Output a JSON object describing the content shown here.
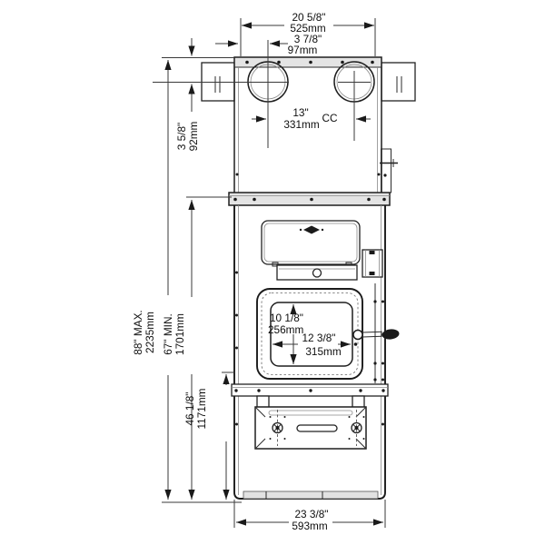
{
  "drawing": {
    "type": "dimensioned front-view line drawing of a wood furnace with twin hot-air flue collars, glass loading door and ash door",
    "dims": {
      "top_width_in": "20 5/8\"",
      "top_width_mm": "525mm",
      "collar_offset_in": "3 7/8\"",
      "collar_offset_mm": "97mm",
      "collar_cc_in": "13\"",
      "collar_cc_mm": "331mm",
      "collar_cc_note": "CC",
      "collar_drop_in": "3 5/8\"",
      "collar_drop_mm": "92mm",
      "height_max": "88\"   MAX.",
      "height_max_mm": "2235mm",
      "height_min": "67\"   MIN.",
      "height_min_mm": "1701mm",
      "height_base_in": "46 1/8\"",
      "height_base_mm": "1171mm",
      "glass_height_in": "10 1/8\"",
      "glass_height_mm": "256mm",
      "glass_width_in": "12 3/8\"",
      "glass_width_mm": "315mm",
      "base_width_in": "23 3/8\"",
      "base_width_mm": "593mm"
    }
  }
}
